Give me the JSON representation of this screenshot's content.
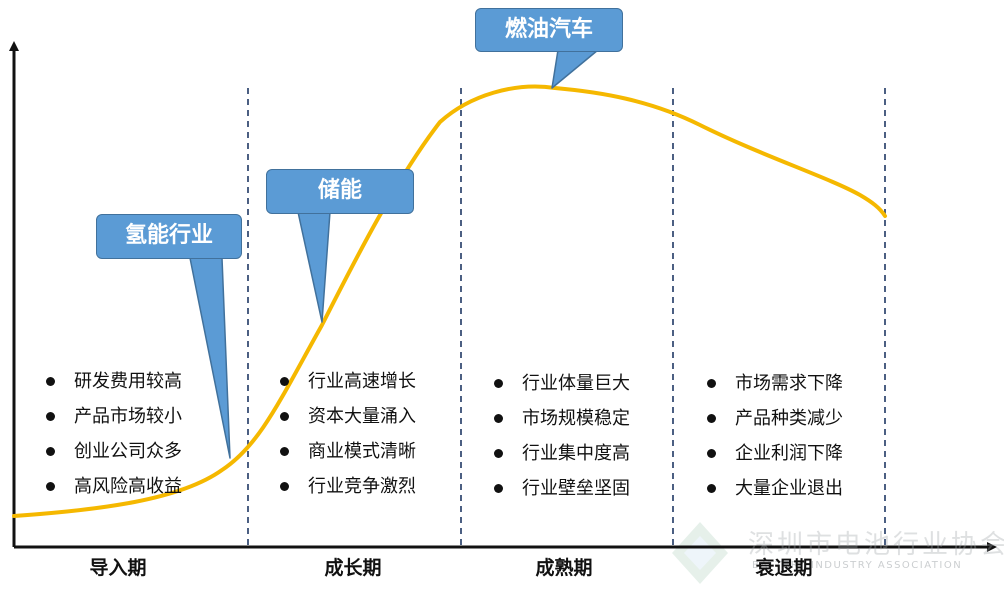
{
  "diagram": {
    "phases": [
      {
        "label": "导入期",
        "bullets": [
          "研发费用较高",
          "产品市场较小",
          "创业公司众多",
          "高风险高收益"
        ]
      },
      {
        "label": "成长期",
        "bullets": [
          "行业高速增长",
          "资本大量涌入",
          "商业模式清晰",
          "行业竞争激烈"
        ]
      },
      {
        "label": "成熟期",
        "bullets": [
          "行业体量巨大",
          "市场规模稳定",
          "行业集中度高",
          "行业壁垒坚固"
        ]
      },
      {
        "label": "衰退期",
        "bullets": [
          "市场需求下降",
          "产品种类减少",
          "企业利润下降",
          "大量企业退出"
        ]
      }
    ],
    "callouts": {
      "hydrogen": "氢能行业",
      "storage": "储能",
      "fuel_car": "燃油汽车"
    },
    "colors": {
      "curve": "#f5b800",
      "callout_fill": "#5b9bd5",
      "callout_border": "#41719c",
      "divider": "#1f3864",
      "axis": "#111111"
    },
    "watermark": {
      "chinese": "深圳市电池行业协会",
      "english": "BATTERY INDUSTRY ASSOCIATION"
    }
  }
}
